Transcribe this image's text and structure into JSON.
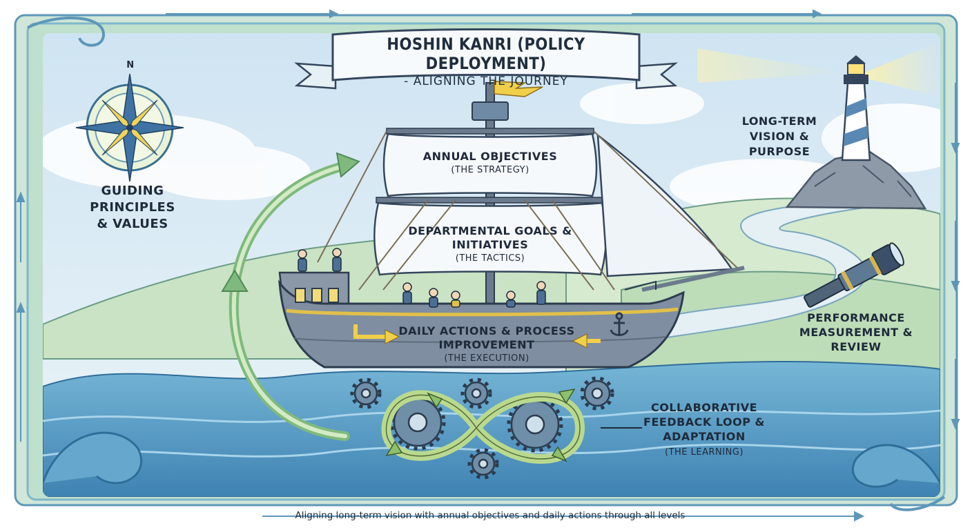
{
  "banner": {
    "title": "HOSHIN KANRI (POLICY DEPLOYMENT)",
    "subtitle": "- ALIGNING THE JOURNEY"
  },
  "compass": {
    "north_label": "N",
    "icon": "compass-rose-icon"
  },
  "labels": {
    "guiding": "GUIDING PRINCIPLES & VALUES",
    "vision": "LONG-TERM VISION & PURPOSE",
    "performance": "PERFORMANCE MEASUREMENT & REVIEW",
    "annual_title": "ANNUAL OBJECTIVES",
    "annual_sub": "(THE STRATEGY)",
    "dept_title": "DEPARTMENTAL GOALS & INITIATIVES",
    "dept_sub": "(THE TACTICS)",
    "daily_title": "DAILY ACTIONS & PROCESS IMPROVEMENT",
    "daily_sub": "(THE EXECUTION)",
    "feedback_title": "COLLABORATIVE FEEDBACK LOOP & ADAPTATION",
    "feedback_sub": "(THE LEARNING)"
  },
  "footer": "Aligning long-term vision with annual objectives and daily actions through all levels",
  "icons": [
    "compass-rose-icon",
    "lighthouse-icon",
    "telescope-icon",
    "ship-icon",
    "anchor-icon",
    "gear-icon",
    "infinity-loop-icon",
    "flag-icon"
  ],
  "colors": {
    "frame_green": "#9fcfae",
    "frame_blue": "#6ea4c8",
    "sky": "#dcecf5",
    "sea": "#4f93bd",
    "hill": "#cfe5c9",
    "ship_hull": "#7b8a9c",
    "accent_yellow": "#f2cf4a",
    "loop_green": "#b9d98e"
  }
}
